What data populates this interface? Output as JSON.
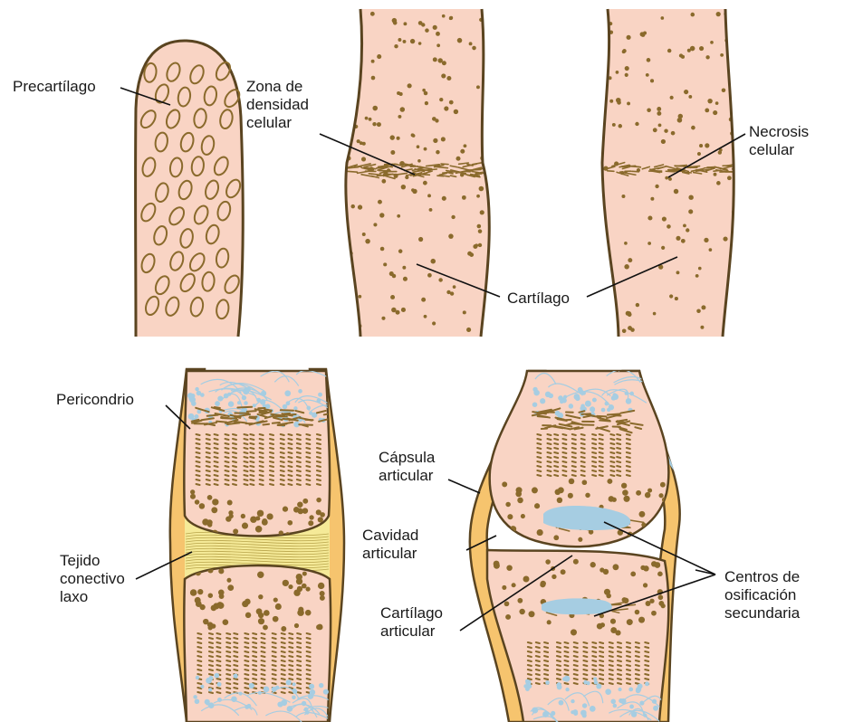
{
  "labels": {
    "precartilago": "Precartílago",
    "zona": [
      "Zona de",
      "densidad",
      "celular"
    ],
    "necrosis": [
      "Necrosis",
      "celular"
    ],
    "cartilago": "Cartílago",
    "pericondrio": "Pericondrio",
    "tejido": [
      "Tejido",
      "conectivo",
      "laxo"
    ],
    "capsula": [
      "Cápsula",
      "articular"
    ],
    "cavidad": [
      "Cavidad",
      "articular"
    ],
    "cart_articular": [
      "Cartílago",
      "articular"
    ],
    "centros": [
      "Centros de",
      "osificación",
      "secundaria"
    ]
  },
  "colors": {
    "cartilage_fill": "#f9d4c4",
    "outline": "#5a4420",
    "cell": "#8a6a2c",
    "perichondrium": "#f6c46e",
    "loose_tissue": "#f5ea98",
    "bone_blue": "#a6cde2"
  }
}
